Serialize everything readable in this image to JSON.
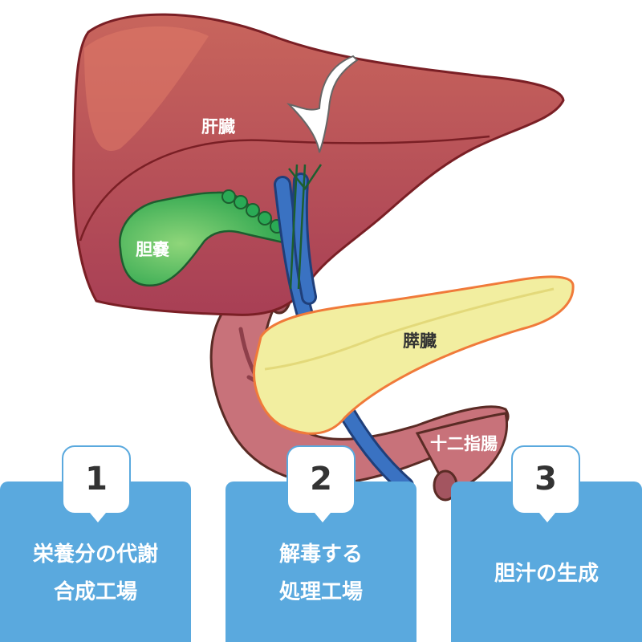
{
  "labels": {
    "liver": "肝臓",
    "gallbladder": "胆嚢",
    "pancreas": "膵臓",
    "duodenum": "十二指腸"
  },
  "cards": [
    {
      "number": "1",
      "lines": [
        "栄養分の代謝",
        "合成工場"
      ]
    },
    {
      "number": "2",
      "lines": [
        "解毒する",
        "処理工場"
      ]
    },
    {
      "number": "3",
      "lines": [
        "胆汁の生成"
      ]
    }
  ],
  "colors": {
    "liver": "#b8505a",
    "liver_outline": "#7a1f25",
    "gallbladder": "#27a84f",
    "pancreas": "#f2eea0",
    "pancreas_outline": "#f07a3a",
    "duodenum": "#c8727a",
    "bile_duct": "#3a72c2",
    "card": "#5aa9de",
    "badge_text": "#333333"
  }
}
